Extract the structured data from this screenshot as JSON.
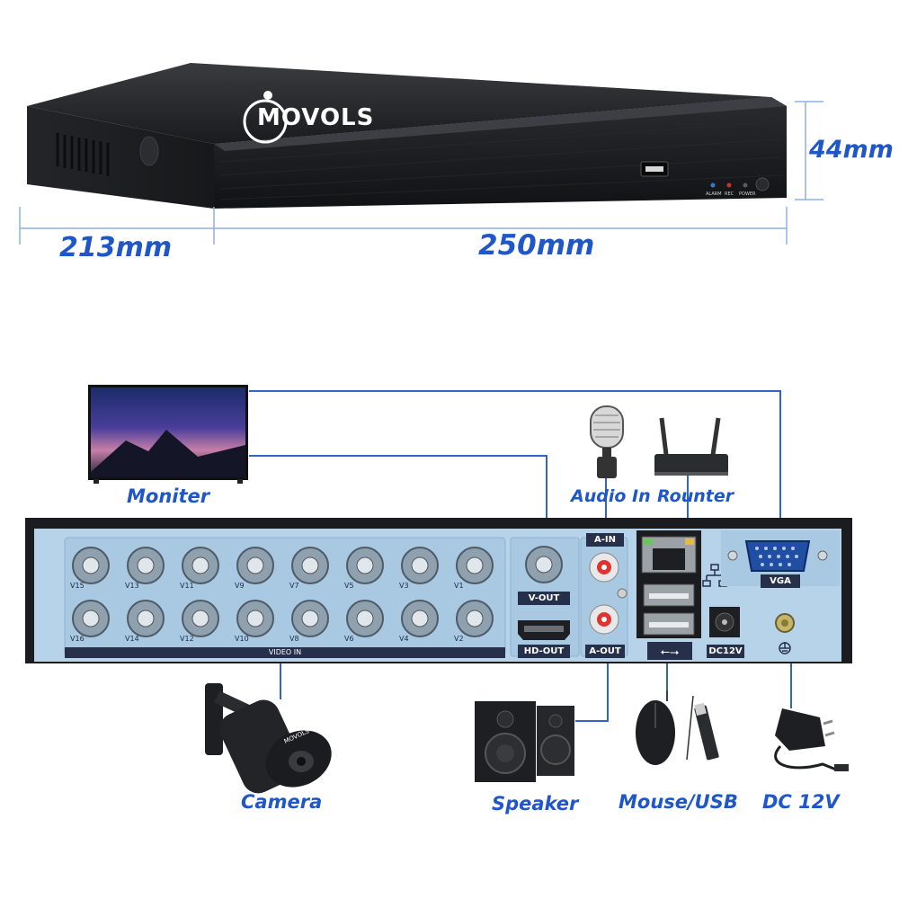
{
  "brand": {
    "name": "MOVOLS",
    "camera_brand": "MOVOLS"
  },
  "dimensions": {
    "depth": "213mm",
    "width": "250mm",
    "height": "44mm"
  },
  "front_panel": {
    "led_labels": [
      "ALARM",
      "REC",
      "POWER"
    ]
  },
  "rear_panel": {
    "video_in_label": "VIDEO IN",
    "top_row": [
      "V15",
      "V13",
      "V11",
      "V9",
      "V7",
      "V5",
      "V3",
      "V1"
    ],
    "bottom_row": [
      "V16",
      "V14",
      "V12",
      "V10",
      "V8",
      "V6",
      "V4",
      "V2"
    ],
    "ports": {
      "v_out": "V-OUT",
      "hd_out": "HD-OUT",
      "a_in": "A-IN",
      "a_out": "A-OUT",
      "vga": "VGA",
      "dc": "DC12V"
    }
  },
  "devices": {
    "monitor": "Moniter",
    "audio_in": "Audio In",
    "router": "Rounter",
    "camera": "Camera",
    "speaker": "Speaker",
    "mouse_usb": "Mouse/USB",
    "dc": "DC 12V"
  },
  "colors": {
    "accent": "#1f57c9",
    "panel": "#b6d3ea",
    "device": "#1b1b1d"
  }
}
